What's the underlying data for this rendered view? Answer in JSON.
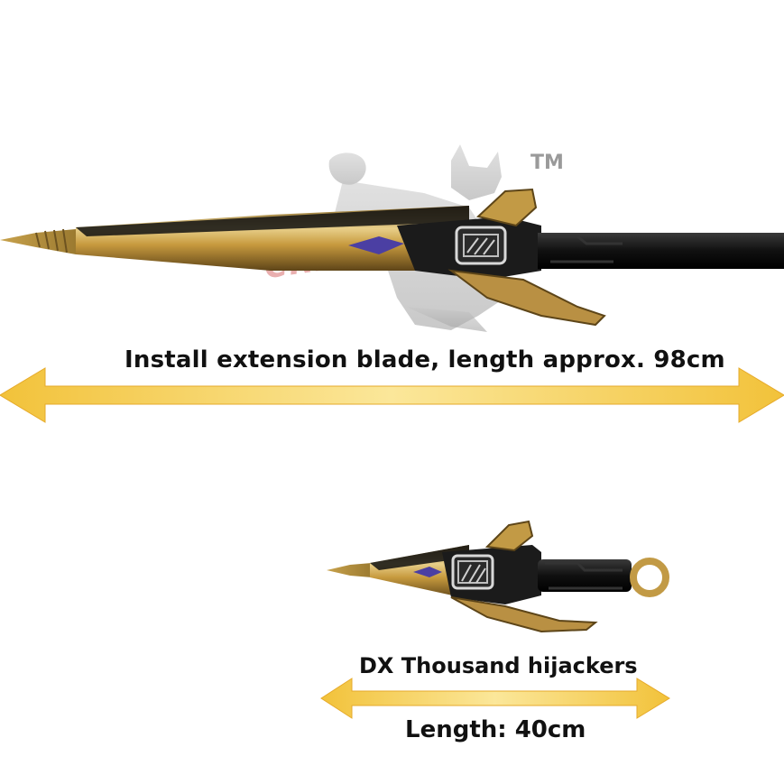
{
  "long_weapon": {
    "caption": "Install extension blade, length approx. 98cm"
  },
  "short_weapon": {
    "name": "DX Thousand hijackers",
    "length_caption": "Length: 40cm"
  },
  "watermark": {
    "brand_text": "RIDER CREATIVE",
    "trademark": "TM"
  },
  "colors": {
    "arrow_gold": "#f2c23a",
    "arrow_light": "#fbe79a",
    "blade_gold": "#c9a24a",
    "handle_black": "#111111",
    "accent_purple": "#4b3fa3"
  }
}
